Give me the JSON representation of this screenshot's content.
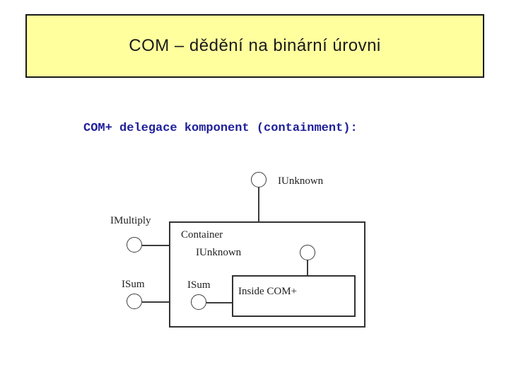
{
  "slide": {
    "title": "COM – dědění na binární úrovni",
    "subtitle": "COM+ delegace komponent (containment):",
    "colors": {
      "background": "#FFFFFF",
      "title_bg": "#FFFF9E",
      "title_border": "#1A1A1A",
      "subtitle_text": "#20209A",
      "diagram_stroke": "#3C3C3C"
    }
  },
  "diagram": {
    "outer_box_label": "Container",
    "inner_box_label": "Inside COM+",
    "labels": {
      "top_interface": "IUnknown",
      "imultiply_interface": "IMultiply",
      "inner_iunknown": "IUnknown",
      "isum_outer_interface": "ISum",
      "isum_inner_interface": "ISum"
    }
  }
}
